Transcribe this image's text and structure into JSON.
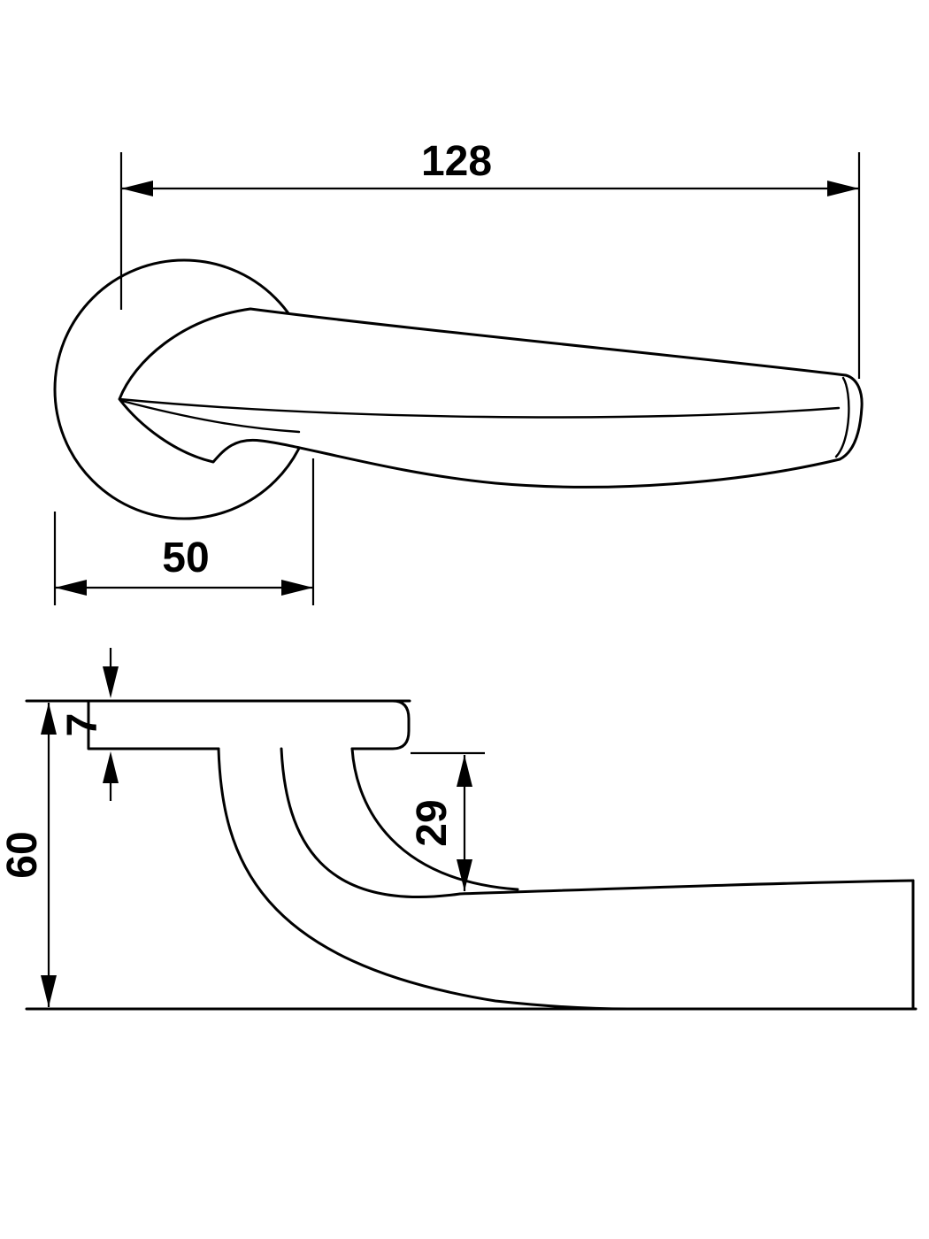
{
  "drawing": {
    "subject": "Door lever handle on round rosette - dimensioned technical drawing",
    "colors": {
      "line": "#000000",
      "background": "#ffffff"
    },
    "top_view": {
      "handle_length": "128",
      "rosette_diameter": "50"
    },
    "side_view": {
      "total_height": "60",
      "rosette_thickness": "7",
      "neck_drop": "29"
    }
  }
}
